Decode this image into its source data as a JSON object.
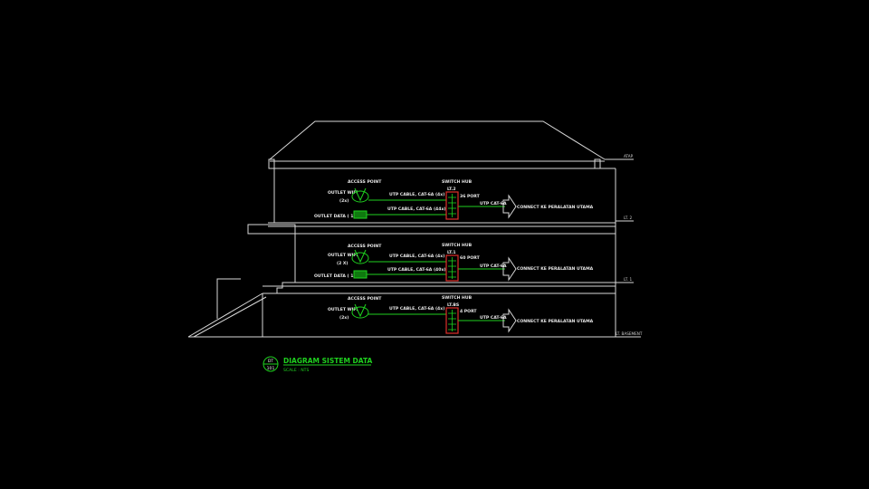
{
  "title": {
    "ref_top": "DT",
    "ref_bottom": "101",
    "name": "DIAGRAM SISTEM DATA",
    "scale": "SCALE : NTS"
  },
  "levels": {
    "atap": "ATAP",
    "lt2": "LT. 2",
    "lt1": "LT. 1",
    "basement": "LT. BASEMENT"
  },
  "floors": [
    {
      "access_point": "ACCESS POINT",
      "outlet_wifi": "OUTLET WIFI",
      "outlet_wifi_count": "(2x)",
      "outlet_data": "OUTLET DATA ( 13x )",
      "switch_label": "SWITCH HUB",
      "switch_code": "LT.2",
      "switch_ports": "36 PORT",
      "cable_wifi": "UTP CABLE, CAT-6A (4x)",
      "cable_data": "UTP CABLE, CAT-6A (44x)",
      "uplink": "UTP CAT-6A",
      "connect": "CONNECT KE PERALATAN UTAMA"
    },
    {
      "access_point": "ACCESS POINT",
      "outlet_wifi": "OUTLET WIFI",
      "outlet_wifi_count": "(2 X)",
      "outlet_data": "OUTLET DATA ( 10x )",
      "switch_label": "SWITCH HUB",
      "switch_code": "LT.1",
      "switch_ports": "60 PORT",
      "cable_wifi": "UTP CABLE, CAT-6A (4x)",
      "cable_data": "UTP CABLE, CAT-6A (40x)",
      "uplink": "UTP CAT-6A",
      "connect": "CONNECT KE PERALATAN UTAMA"
    },
    {
      "access_point": "ACCESS POINT",
      "outlet_wifi": "OUTLET WIFI",
      "outlet_wifi_count": "(2x)",
      "switch_label": "SWITCH HUB",
      "switch_code": "LT.BS",
      "switch_ports": "4 PORT",
      "cable_wifi": "UTP CABLE, CAT-6A (4x)",
      "uplink": "UTP CAT-6A",
      "connect": "CONNECT KE PERALATAN UTAMA"
    }
  ]
}
